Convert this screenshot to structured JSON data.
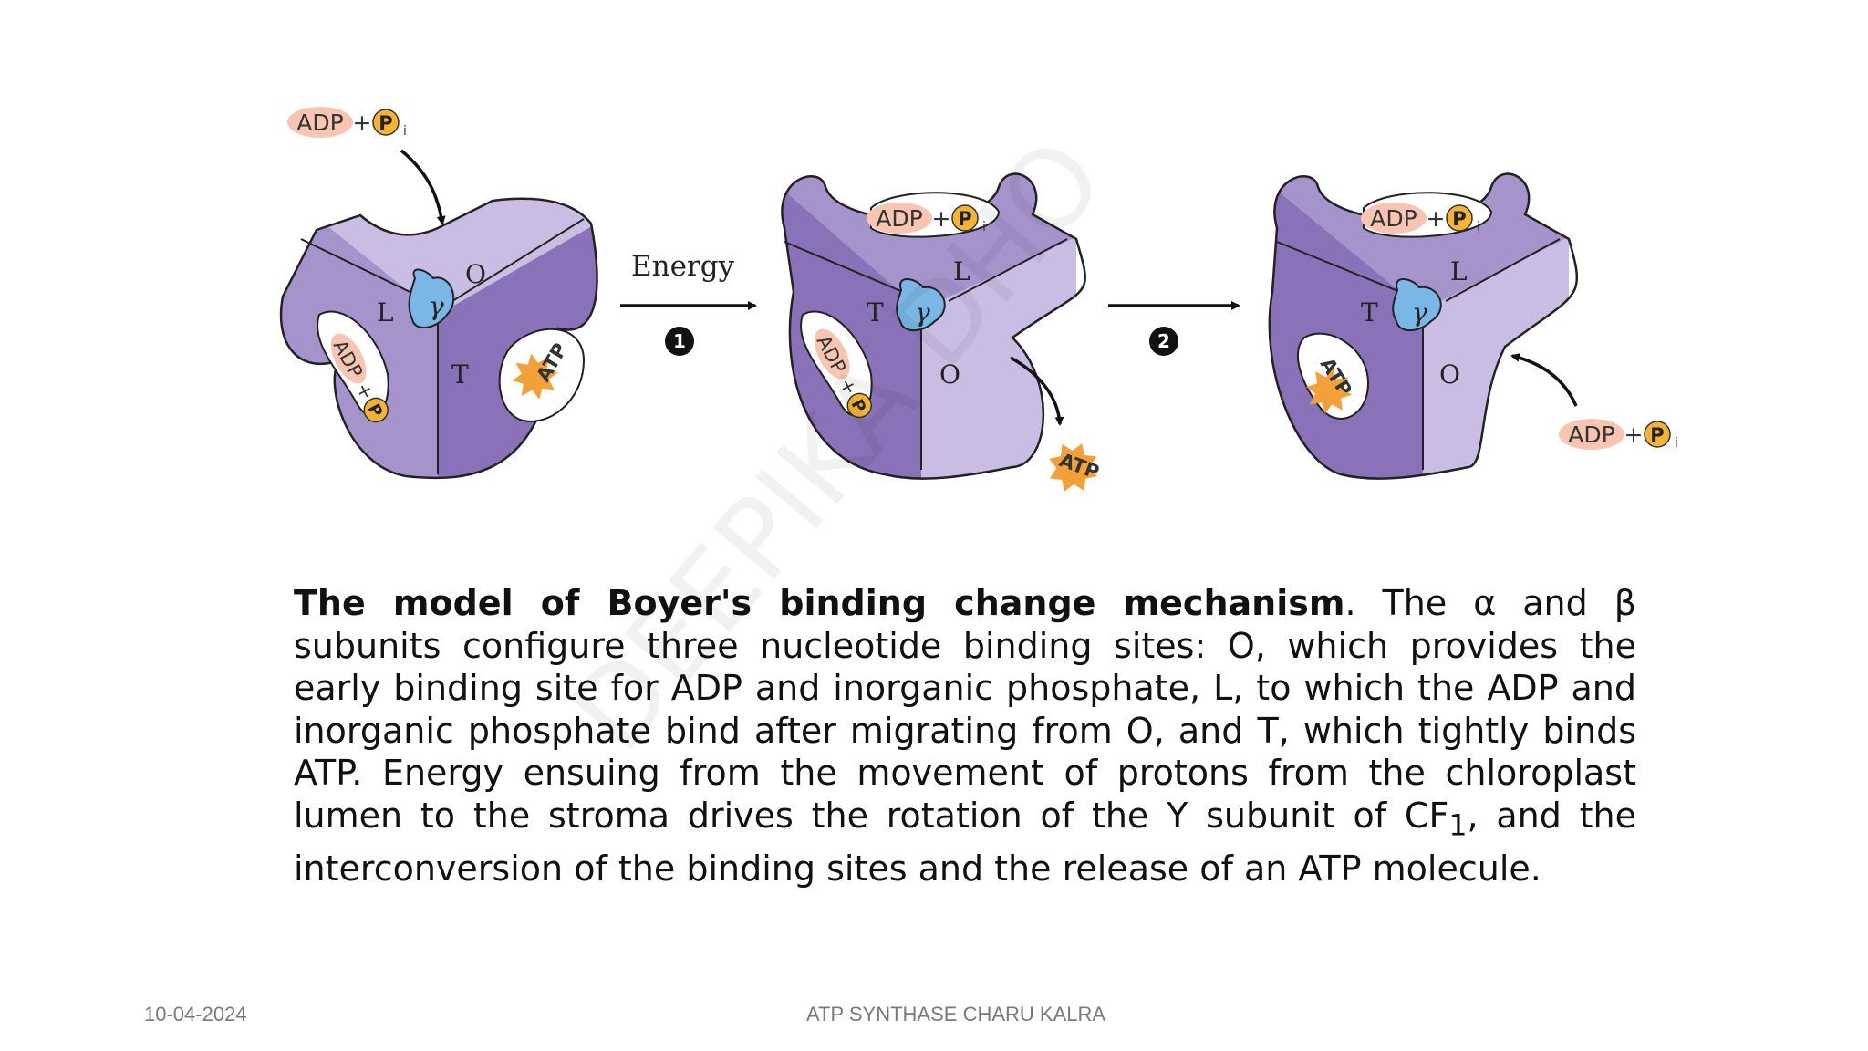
{
  "diagram": {
    "energy_label": "Energy",
    "step1": "1",
    "step2": "2",
    "gamma": "γ",
    "adp": "ADP",
    "plus": "+",
    "pi_p": "P",
    "pi_i": "i",
    "atp": "ATP",
    "sites": {
      "o": "O",
      "l": "L",
      "t": "T"
    },
    "colors": {
      "dark": "#8a72b8",
      "mid": "#a594cc",
      "light": "#c9bde3",
      "gamma": "#7ab7e6",
      "atp": "#f2a13a",
      "adp_bg": "#f7c5b2",
      "pi": "#f5b335"
    }
  },
  "caption": {
    "bold": "The model of Boyer's binding change mechanism",
    "p1": ". The α and β subunits configure three nucleotide binding sites: O, which provides the early binding site for ADP and inorganic phosphate, L, to which the ADP and inorganic phosphate bind after migrating from O, and T, which tightly binds ATP. Energy ensuing from the movement of protons from the chloroplast lumen to the stroma drives the rotation of the Y subunit of CF",
    "sub": "1",
    "p2": ", and the interconversion of the binding sites and the release of an ATP molecule."
  },
  "watermark": "DEEPIKA DHO",
  "footer": {
    "date": "10-04-2024",
    "title": "ATP SYNTHASE CHARU KALRA"
  }
}
